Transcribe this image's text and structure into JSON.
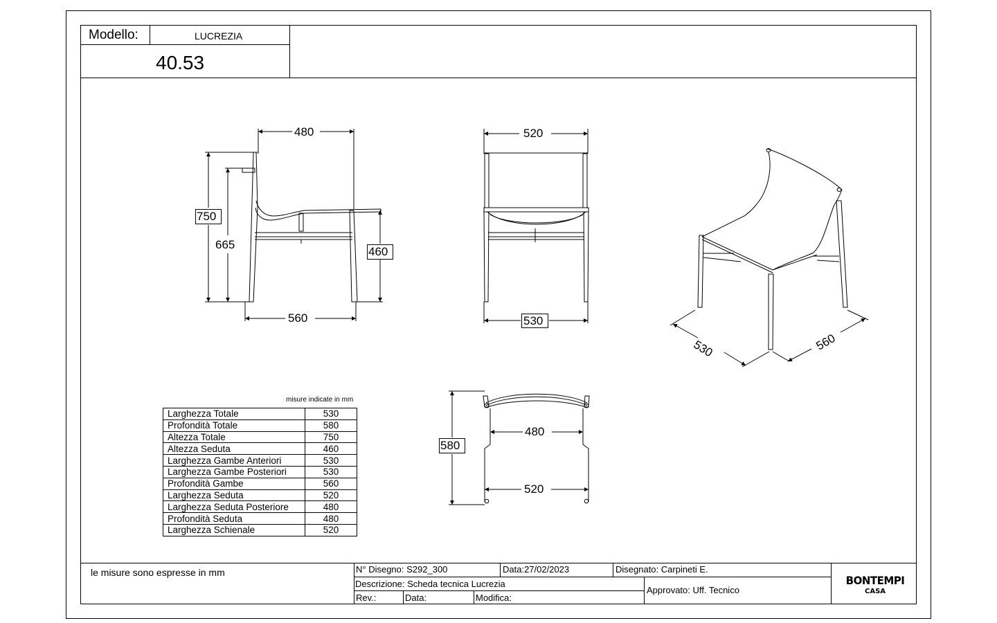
{
  "header": {
    "model_label": "Modello:",
    "model_name": "LUCREZIA",
    "model_code": "40.53"
  },
  "views": {
    "side": {
      "width_top": "480",
      "height_total": "750",
      "height_arm": "665",
      "seat_height": "460",
      "depth_base": "560"
    },
    "front": {
      "width_top": "520",
      "width_base": "530"
    },
    "iso": {
      "width": "530",
      "depth": "560"
    },
    "top": {
      "depth": "580",
      "rear_width": "480",
      "front_width": "520"
    }
  },
  "specs": {
    "unit_note": "misure indicate in mm",
    "rows": [
      {
        "label": "Larghezza Totale",
        "value": "530"
      },
      {
        "label": "Profondità Totale",
        "value": "580"
      },
      {
        "label": "Altezza Totale",
        "value": "750"
      },
      {
        "label": "Altezza Seduta",
        "value": "460"
      },
      {
        "label": "Larghezza Gambe Anteriori",
        "value": "530"
      },
      {
        "label": "Larghezza Gambe Posteriori",
        "value": "530"
      },
      {
        "label": "Profondità Gambe",
        "value": "560"
      },
      {
        "label": "Larghezza Seduta",
        "value": "520"
      },
      {
        "label": "Larghezza Seduta Posteriore",
        "value": "480"
      },
      {
        "label": "Profondità Seduta",
        "value": "480"
      },
      {
        "label": "Larghezza Schienale",
        "value": "520"
      }
    ]
  },
  "title_block": {
    "note": "le misure sono espresse in mm",
    "drawing_no": "N° Disegno: S292_300",
    "date": "Data:27/02/2023",
    "drawn_by": "Disegnato: Carpineti E.",
    "description": "Descrizione: Scheda tecnica Lucrezia",
    "rev": "Rev.:",
    "rev_date": "Data:",
    "modification": "Modifica:",
    "approved": "Approvato: Uff. Tecnico",
    "logo_main": "BONTEMPI",
    "logo_sub": "CASA"
  }
}
